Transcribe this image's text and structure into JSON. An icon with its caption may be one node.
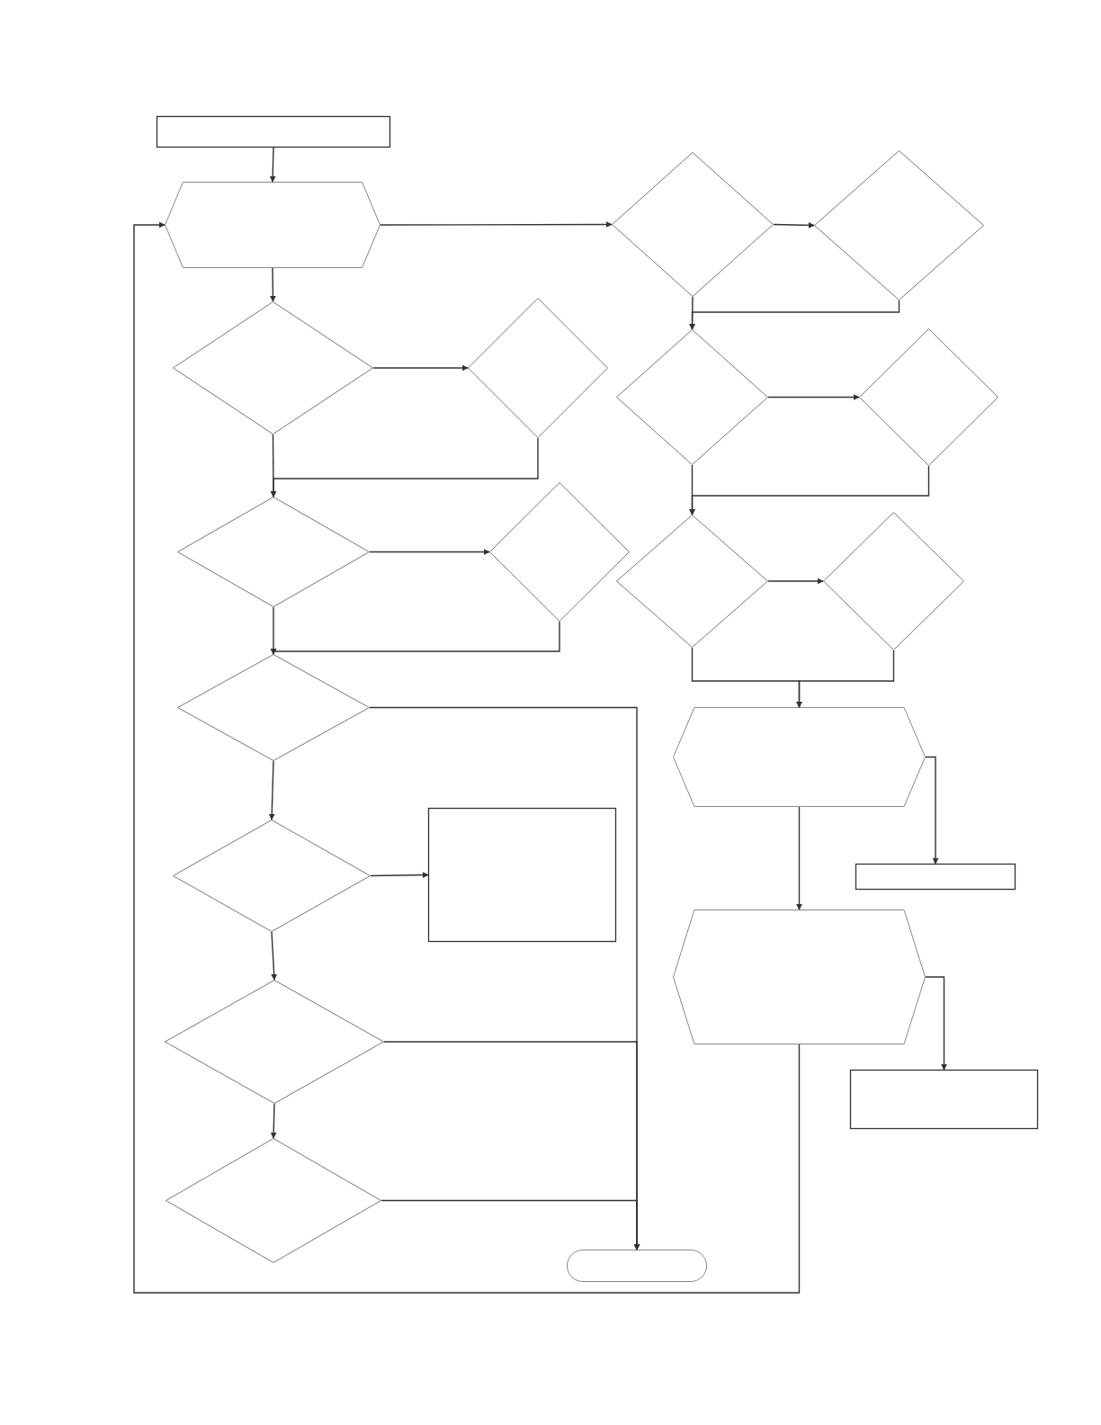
{
  "diagram": {
    "nodes": [
      {
        "text": [],
        "shape": "box"
      },
      {
        "text": [],
        "shape": "hexagon"
      },
      {
        "text": [],
        "shape": "diamond"
      },
      {
        "text": [],
        "shape": "diamond"
      },
      {
        "text": [],
        "shape": "diamond"
      },
      {
        "text": [],
        "shape": "diamond"
      },
      {
        "text": [],
        "shape": "diamond"
      },
      {
        "text": [],
        "shape": "diamond"
      },
      {
        "text": [],
        "shape": "box"
      },
      {
        "text": [],
        "shape": "diamond"
      },
      {
        "text": [],
        "shape": "diamond"
      },
      {
        "text": [],
        "shape": "pill"
      },
      {
        "text": [],
        "shape": "diamond"
      },
      {
        "text": [],
        "shape": "diamond"
      },
      {
        "text": [],
        "shape": "diamond"
      },
      {
        "text": [],
        "shape": "diamond"
      },
      {
        "text": [],
        "shape": "diamond"
      },
      {
        "text": [],
        "shape": "diamond"
      },
      {
        "text": [],
        "shape": "hexagon"
      },
      {
        "text": [],
        "shape": "box"
      },
      {
        "text": [],
        "shape": "hexagon"
      },
      {
        "text": [],
        "shape": "box"
      }
    ],
    "edges": [
      {
        "from": 0,
        "to": 1,
        "arrow": "to"
      },
      {
        "from": 1,
        "to": 12,
        "arrow": "to"
      },
      {
        "from": 1,
        "to": 2,
        "arrow": "to"
      },
      {
        "from": 2,
        "to": 3,
        "arrow": "to"
      },
      {
        "from": 2,
        "to": 4,
        "arrow": "to"
      },
      {
        "from": 3,
        "to": 4,
        "arrow": "to"
      },
      {
        "from": 4,
        "to": 5,
        "arrow": "to"
      },
      {
        "from": 4,
        "to": 6,
        "arrow": "to"
      },
      {
        "from": 5,
        "to": 6,
        "arrow": "to"
      },
      {
        "from": 6,
        "to": 11,
        "arrow": "to"
      },
      {
        "from": 6,
        "to": 7,
        "arrow": "to"
      },
      {
        "from": 7,
        "to": 8,
        "arrow": "to"
      },
      {
        "from": 7,
        "to": 9,
        "arrow": "to"
      },
      {
        "from": 9,
        "to": 11,
        "arrow": "to"
      },
      {
        "from": 9,
        "to": 10,
        "arrow": "to"
      },
      {
        "from": 10,
        "to": 11,
        "arrow": "to"
      },
      {
        "from": 12,
        "to": 13,
        "arrow": "to"
      },
      {
        "from": 12,
        "to": 14,
        "arrow": "to"
      },
      {
        "from": 13,
        "to": 14,
        "arrow": "to"
      },
      {
        "from": 14,
        "to": 15,
        "arrow": "to"
      },
      {
        "from": 14,
        "to": 16,
        "arrow": "to"
      },
      {
        "from": 15,
        "to": 16,
        "arrow": "to"
      },
      {
        "from": 16,
        "to": 18,
        "arrow": "to"
      },
      {
        "from": 17,
        "to": 18,
        "arrow": "to"
      },
      {
        "from": 16,
        "to": 17,
        "arrow": "to"
      },
      {
        "from": 18,
        "to": 19,
        "arrow": "to"
      },
      {
        "from": 18,
        "to": 20,
        "arrow": "to"
      },
      {
        "from": 20,
        "to": 21,
        "arrow": "to"
      },
      {
        "from": 20,
        "to": 1,
        "arrow": "to"
      }
    ]
  }
}
